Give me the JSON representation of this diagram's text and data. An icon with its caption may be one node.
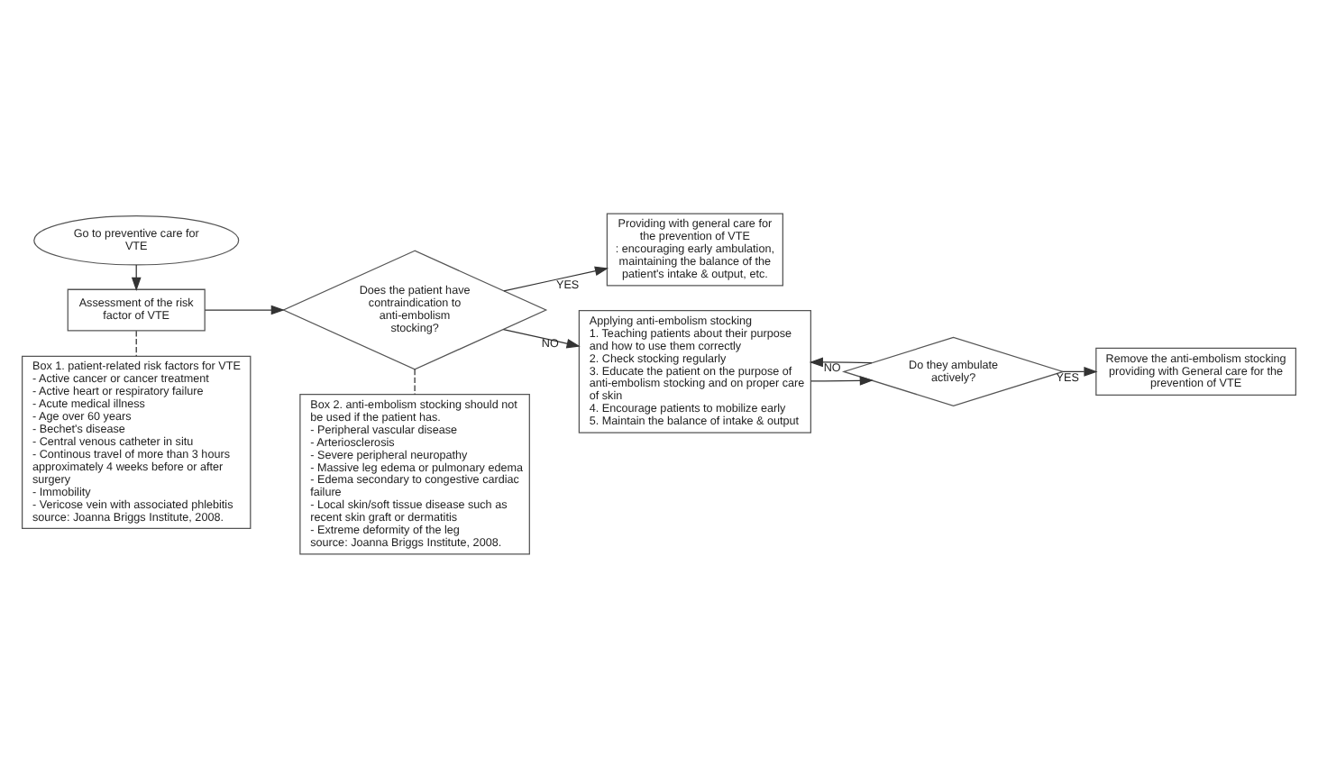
{
  "diagram": {
    "nodes": [
      {
        "text": [
          "Go to preventive care for VTE"
        ]
      },
      {
        "text": [
          "Assessment of the risk factor of VTE"
        ]
      },
      {
        "text": [
          "Does the patient have contraindication to anti-embolism stocking?"
        ]
      },
      {
        "text": [
          "Providing with general care for the prevention of VTE",
          ": encouraging early ambulation, maintaining the balance of the patient's intake & output, etc."
        ]
      },
      {
        "text": [
          "Applying anti-embolism stocking",
          "1. Teaching patients about their purpose and how to use them correctly",
          "2. Check stocking regularly",
          "3. Educate the patient on the purpose of anti-embolism stocking and on proper care of skin",
          "4. Encourage patients to mobilize early",
          "5. Maintain the balance of intake & output"
        ]
      },
      {
        "text": [
          "Do they ambulate actively?"
        ]
      },
      {
        "text": [
          "Remove the anti-embolism stocking providing with General care for the prevention of VTE"
        ]
      },
      {
        "text": [
          "Box 1. patient-related risk factors for VTE",
          "- Active cancer or cancer treatment",
          "- Active heart or respiratory failure",
          "- Acute medical illness",
          "- Age over 60 years",
          "- Bechet's disease",
          "- Central venous catheter in situ",
          "- Continous travel of more than 3 hours approximately 4 weeks before or after surgery",
          "- Immobility",
          "- Vericose vein with associated phlebitis",
          "source: Joanna Briggs Institute, 2008."
        ]
      },
      {
        "text": [
          "Box 2. anti-embolism stocking should not be used if the patient has.",
          "- Peripheral vascular disease",
          "- Arteriosclerosis",
          "- Severe peripheral neuropathy",
          "- Massive leg edema or pulmonary edema",
          "- Edema secondary to congestive cardiac failure",
          "- Local skin/soft tissue disease such as recent skin graft or dermatitis",
          "- Extreme deformity of the leg",
          "source: Joanna Briggs Institute, 2008."
        ]
      }
    ],
    "edges": [
      {
        "from": 0,
        "to": 1,
        "arrow": "to"
      },
      {
        "from": 1,
        "to": 2,
        "arrow": "to"
      },
      {
        "from": 2,
        "to": 3,
        "arrow": "to",
        "label": "YES"
      },
      {
        "from": 2,
        "to": 4,
        "arrow": "to",
        "label": "NO"
      },
      {
        "from": 4,
        "to": 5,
        "arrow": "to"
      },
      {
        "from": 5,
        "to": 4,
        "arrow": "to",
        "label": "NO"
      },
      {
        "from": 5,
        "to": 6,
        "arrow": "to",
        "label": "YES"
      },
      {
        "from": 1,
        "to": 7,
        "arrow": "none",
        "style": "dashed"
      },
      {
        "from": 2,
        "to": 8,
        "arrow": "none",
        "style": "dashed"
      }
    ]
  }
}
